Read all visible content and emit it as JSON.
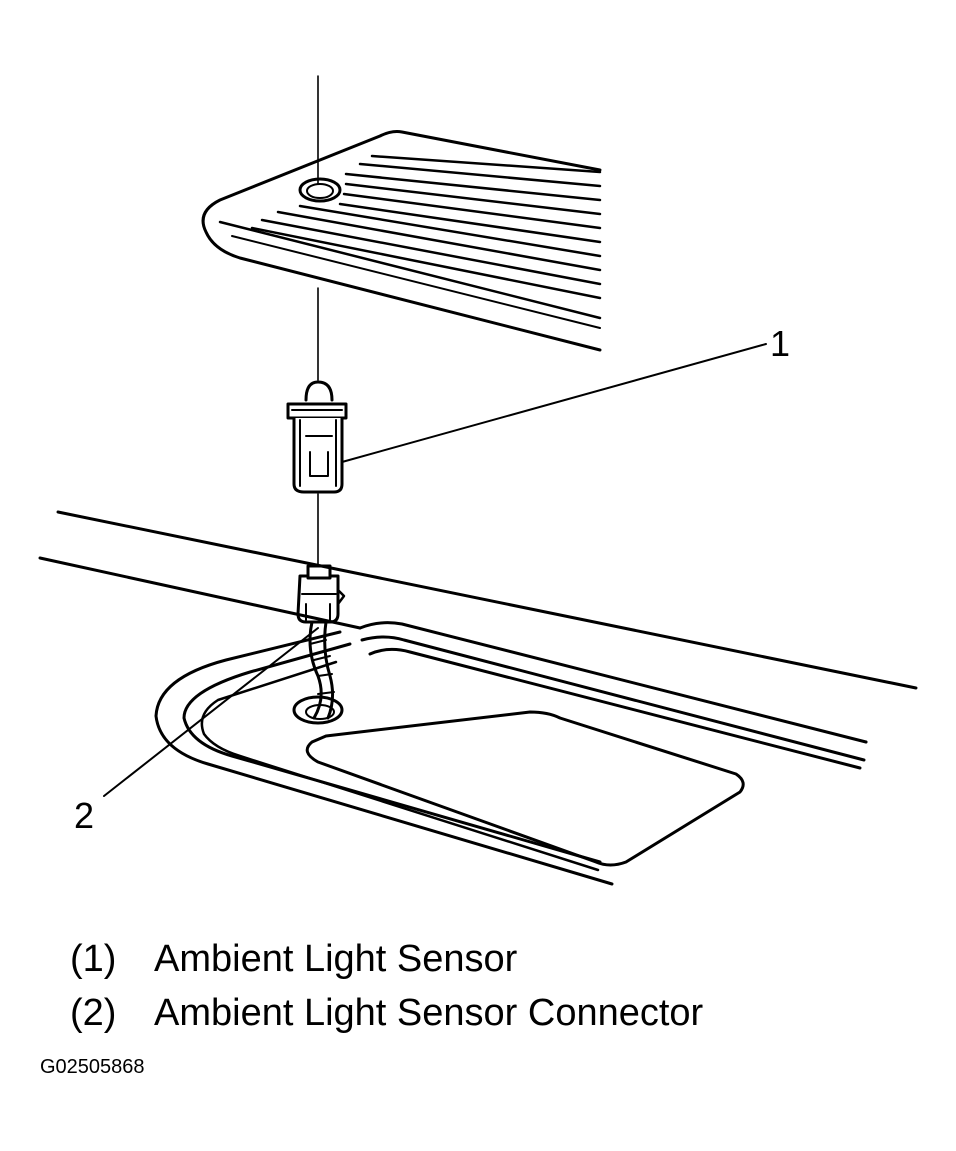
{
  "callouts": {
    "sensor_number": "1",
    "connector_number": "2"
  },
  "legend": [
    {
      "number": "(1)",
      "label": "Ambient Light Sensor"
    },
    {
      "number": "(2)",
      "label": "Ambient Light Sensor Connector"
    }
  ],
  "figure_id": "G02505868"
}
